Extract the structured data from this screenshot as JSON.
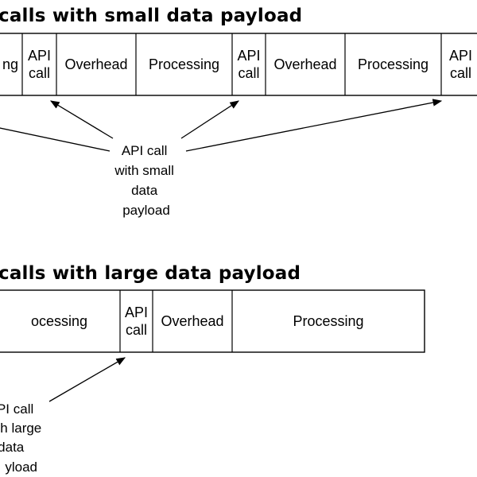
{
  "small": {
    "title": "calls with small data payload",
    "cells": [
      "ng",
      "API\ncall",
      "Overhead",
      "Processing",
      "API\ncall",
      "Overhead",
      "Processing",
      "API\ncall"
    ],
    "label": [
      "API call",
      "with small",
      "data",
      "payload"
    ]
  },
  "large": {
    "title": "calls with large data payload",
    "cells": [
      "ocessing",
      "API\ncall",
      "Overhead",
      "Processing"
    ],
    "label": [
      "PI call",
      "h large",
      "data",
      "yload"
    ]
  }
}
